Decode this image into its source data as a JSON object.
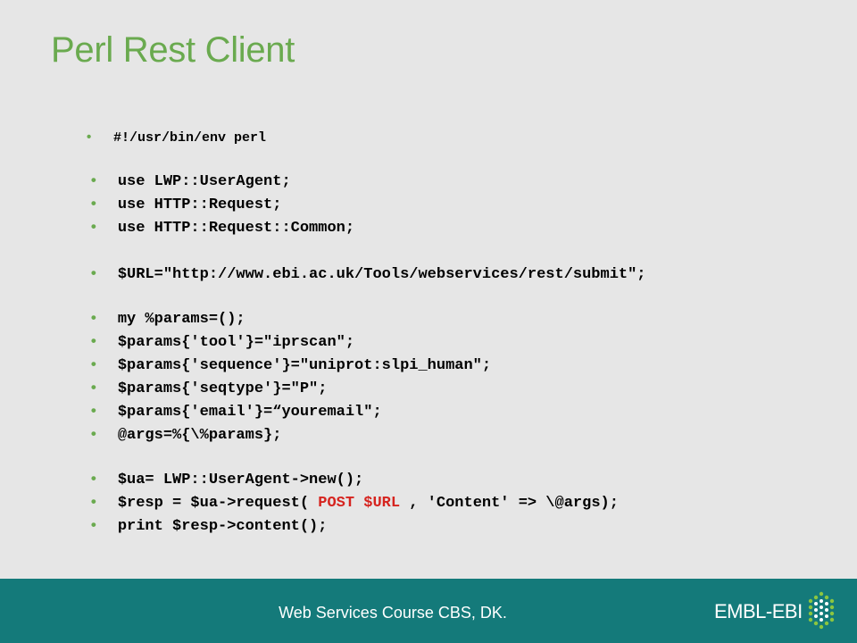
{
  "slide": {
    "title": "Perl Rest Client"
  },
  "code": {
    "bullet": "•",
    "shebang": "#!/usr/bin/env perl",
    "use_ua": "use LWP::UserAgent;",
    "use_req": "use HTTP::Request;",
    "use_common": "use HTTP::Request::Common;",
    "url": "$URL=\"http://www.ebi.ac.uk/Tools/webservices/rest/submit\";",
    "params_init": "my %params=();",
    "params_tool": "$params{'tool'}=\"iprscan\";",
    "params_sequence": "$params{'sequence'}=\"uniprot:slpi_human\";",
    "params_seqtype": "$params{'seqtype'}=\"P\";",
    "params_email": "$params{'email'}=“youremail\";",
    "args": "@args=%{\\%params};",
    "ua_new": "$ua= LWP::UserAgent->new();",
    "resp_prefix": "$resp = $ua->request( ",
    "resp_post": "POST $URL",
    "resp_suffix": " , 'Content' => \\@args);",
    "print": "print $resp->content();"
  },
  "footer": {
    "text": "Web Services Course CBS, DK.",
    "logo_text": "EMBL-EBI"
  },
  "colors": {
    "title_green": "#6aaa4f",
    "footer_teal": "#147a7a",
    "highlight_red": "#d6241f"
  }
}
